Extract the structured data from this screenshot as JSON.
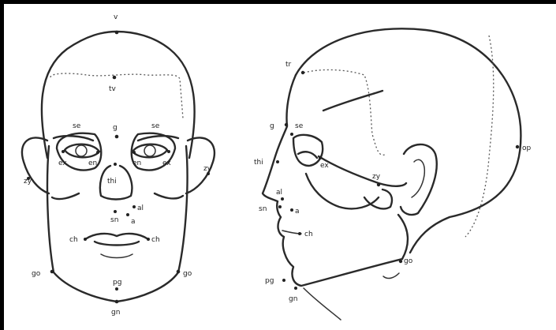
{
  "landmarks_front": {
    "v": "v",
    "tv": "tv",
    "se_left": "se",
    "se_right": "se",
    "g": "g",
    "ex_left": "ex",
    "en_left": "en",
    "en_right": "en",
    "ex_right": "ex",
    "zy_left": "zy",
    "zy_right": "zy",
    "thi": "thi",
    "al": "al",
    "sn": "sn",
    "a": "a",
    "ch_left": "ch",
    "ch_right": "ch",
    "go_left": "go",
    "go_right": "go",
    "pg": "pg",
    "gn": "gn"
  },
  "landmarks_profile": {
    "tr": "tr",
    "g": "g",
    "se": "se",
    "thi": "thi",
    "ex": "ex",
    "zy": "zy",
    "op": "op",
    "al": "al",
    "sn": "sn",
    "a": "a",
    "ch": "ch",
    "go": "go",
    "pg": "pg",
    "gn": "gn"
  },
  "colors": {
    "ink": "#2a2a2a",
    "paper": "#ffffff",
    "edge": "#000000"
  }
}
